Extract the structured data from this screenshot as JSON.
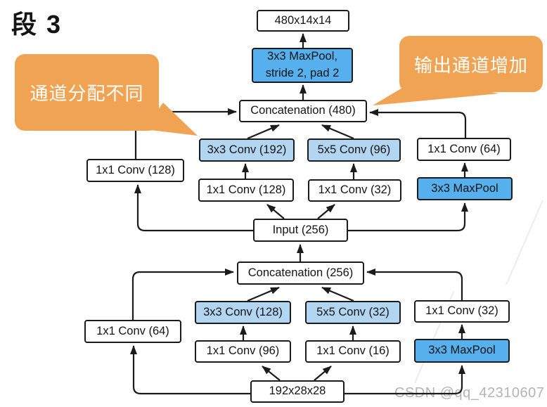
{
  "title": "段 3",
  "callouts": {
    "left": "通道分配不同",
    "right": "输出通道增加"
  },
  "watermark": "CSDN @qq_42310607",
  "colors": {
    "maxpool_blue": "#55b0ed",
    "conv_light_blue": "#b2d5f2",
    "callout_orange": "#f1a354",
    "line_black": "#1b1b1b",
    "watermark_gray": "#b4b4b7"
  },
  "nodes": {
    "output_shape": "480x14x14",
    "pool_stride_line1": "3x3 MaxPool,",
    "pool_stride_line2": "stride 2, pad 2",
    "concat_480": "Concatenation (480)",
    "conv3_192": "3x3 Conv (192)",
    "conv5_96": "5x5 Conv (96)",
    "conv1_64_right": "1x1 Conv (64)",
    "conv1_128_left": "1x1 Conv (128)",
    "conv1_128_mid": "1x1 Conv (128)",
    "conv1_32_mid": "1x1 Conv (32)",
    "maxpool_upper": "3x3 MaxPool",
    "input_256": "Input (256)",
    "concat_256": "Concatenation (256)",
    "conv3_128": "3x3 Conv (128)",
    "conv5_32": "5x5 Conv (32)",
    "conv1_32_right": "1x1 Conv (32)",
    "conv1_64_left": "1x1 Conv (64)",
    "conv1_96_mid": "1x1 Conv (96)",
    "conv1_16_mid": "1x1 Conv (16)",
    "maxpool_lower": "3x3 MaxPool",
    "input_shape": "192x28x28"
  }
}
